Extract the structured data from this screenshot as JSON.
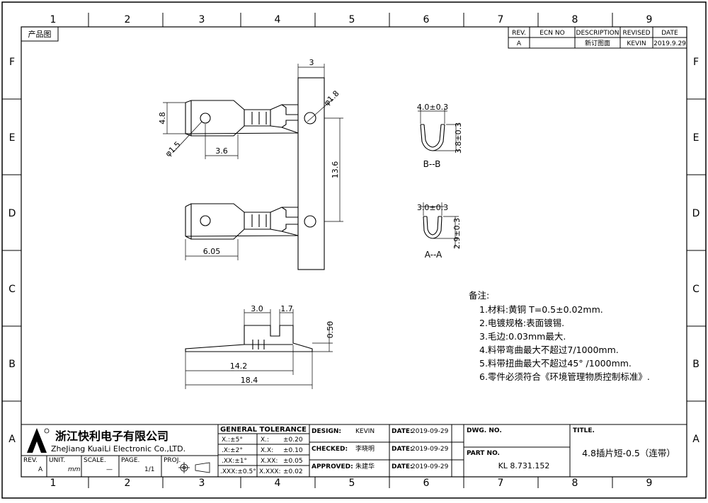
{
  "zones": {
    "cols": [
      "1",
      "2",
      "3",
      "4",
      "5",
      "6",
      "7",
      "8",
      "9"
    ],
    "rows": [
      "F",
      "E",
      "D",
      "C",
      "B",
      "A"
    ]
  },
  "product_label": "产品图",
  "revision_table": {
    "headers": [
      "REV.",
      "ECN NO",
      "DESCRIPTION",
      "REVISED",
      "DATE"
    ],
    "row": [
      "A",
      "",
      "新订图面",
      "KEVIN",
      "2019.9.29"
    ]
  },
  "dimensions": {
    "top_width": "3",
    "hole_dia_right": "φ1.8",
    "tab_width": "4.8",
    "hole_dia_left": "φ1.5",
    "hole_offset": "3.6",
    "pitch": "13.6",
    "tab_length": "6.05",
    "side_3_0": "3.0",
    "side_1_7": "1.7",
    "side_0_50": "0.50",
    "side_14_2": "14.2",
    "side_18_4": "18.4",
    "section_bb_width": "4.0±0.3",
    "section_bb_height": "3.8±0.3",
    "section_aa_width": "3.0±0.3",
    "section_aa_height": "2.9±0.3"
  },
  "section_labels": {
    "bb": "B--B",
    "aa": "A--A"
  },
  "notes": {
    "title": "备注:",
    "items": [
      "1.材料:黄铜 T=0.5±0.02mm.",
      "2.电镀规格:表面镀锡.",
      "3.毛边:0.03mm最大.",
      "4.料带弯曲最大不超过7/1000mm.",
      "5.料带扭曲最大不超过45° /1000mm.",
      "6.零件必须符合《环境管理物质控制标准》."
    ]
  },
  "title_block": {
    "company_cn": "浙江快利电子有限公司",
    "company_en": "ZheJiang KuaiLi Electronic Co.,LTD.",
    "rev_label": "REV.",
    "rev_value": "A",
    "unit_label": "UNIT.",
    "unit_value": "mm",
    "scale_label": "SCALE.",
    "scale_value": "—",
    "page_label": "PAGE.",
    "page_value": "1/1",
    "proj_label": "PROJ.",
    "tolerance_title": "GENERAL TOLERANCE",
    "tolerance": [
      [
        "X.:±5°",
        "X.:",
        "±0.20"
      ],
      [
        ".X:±2°",
        "X.X:",
        "±0.10"
      ],
      [
        ".XX:±1°",
        "X.XX:",
        "±0.05"
      ],
      [
        ".XXX:±0.5°",
        "X.XXX:",
        "±0.02"
      ]
    ],
    "design_label": "DESIGN:",
    "design_value": "KEVIN",
    "checked_label": "CHECKED:",
    "checked_value": "李晓明",
    "approved_label": "APPROVED:",
    "approved_value": "朱建华",
    "date_label": "DATE:",
    "dates": [
      "2019-09-29",
      "2019-09-29",
      "2019-09-29"
    ],
    "dwg_label": "DWG. NO.",
    "part_label": "PART NO.",
    "part_value": "KL 8.731.152",
    "title_label": "TITLE.",
    "title_value": "4.8插片短-0.5（连带）"
  }
}
